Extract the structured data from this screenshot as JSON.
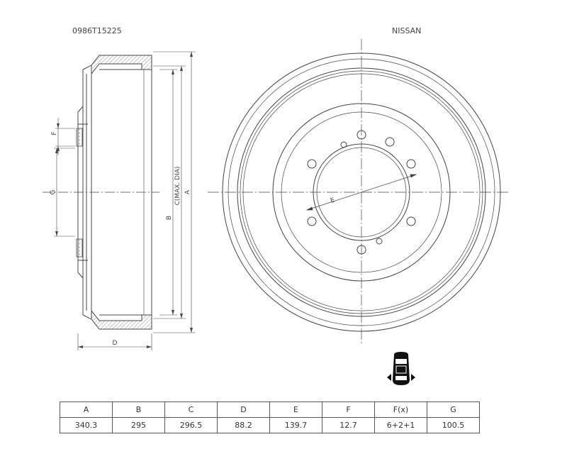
{
  "part_number": "0986T15225",
  "brand": "NISSAN",
  "dim_labels": {
    "a": "A",
    "b": "B",
    "c": "C(MAX. DIA)",
    "d": "D",
    "e": "E",
    "f": "F",
    "g": "G"
  },
  "table": {
    "headers": [
      "A",
      "B",
      "C",
      "D",
      "E",
      "F",
      "F(x)",
      "G"
    ],
    "values": [
      "340.3",
      "295",
      "296.5",
      "88.2",
      "139.7",
      "12.7",
      "6+2+1",
      "100.5"
    ]
  },
  "icons": [
    "rear-axle-car-icon"
  ]
}
